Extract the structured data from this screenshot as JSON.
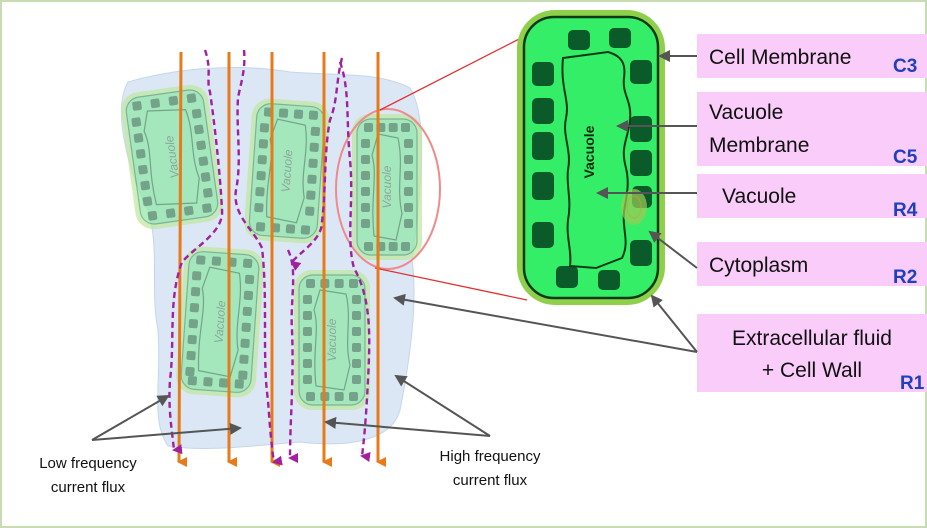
{
  "cell_text": "Vacuole",
  "small_cells": [
    {
      "label": "Vacuole"
    },
    {
      "label": "Vacuole"
    },
    {
      "label": "Vacuole"
    },
    {
      "label": "Vacuole"
    },
    {
      "label": "Vacuole"
    }
  ],
  "zoom_cell": {
    "label": "Vacuole"
  },
  "labels": [
    {
      "name": "cell-membrane",
      "lines": [
        "Cell Membrane"
      ],
      "code": "C3"
    },
    {
      "name": "vacuole-membrane",
      "lines": [
        "Vacuole",
        "Membrane"
      ],
      "code": "C5"
    },
    {
      "name": "vacuole",
      "lines": [
        "Vacuole"
      ],
      "code": "R4"
    },
    {
      "name": "cytoplasm",
      "lines": [
        "Cytoplasm"
      ],
      "code": "R2"
    },
    {
      "name": "extracellular-fluid",
      "lines": [
        "Extracellular fluid",
        "+ Cell Wall"
      ],
      "code": "R1"
    }
  ],
  "flux_labels": {
    "low": [
      "Low frequency",
      "current flux"
    ],
    "high": [
      "High frequency",
      "current flux"
    ]
  },
  "colors": {
    "cytoplasm": "#33ee66",
    "cell_wall": "#8fd04a",
    "organelle": "#0a5a2a",
    "vacuole": "#33ee66",
    "label_box": "#f9ccf9",
    "code_text": "#1f3fbf",
    "high_freq_arrow": "#e87a1a",
    "low_freq_arrow": "#a020a0",
    "tissue": "#dbe7f5",
    "frame": "#c8dcb4"
  }
}
